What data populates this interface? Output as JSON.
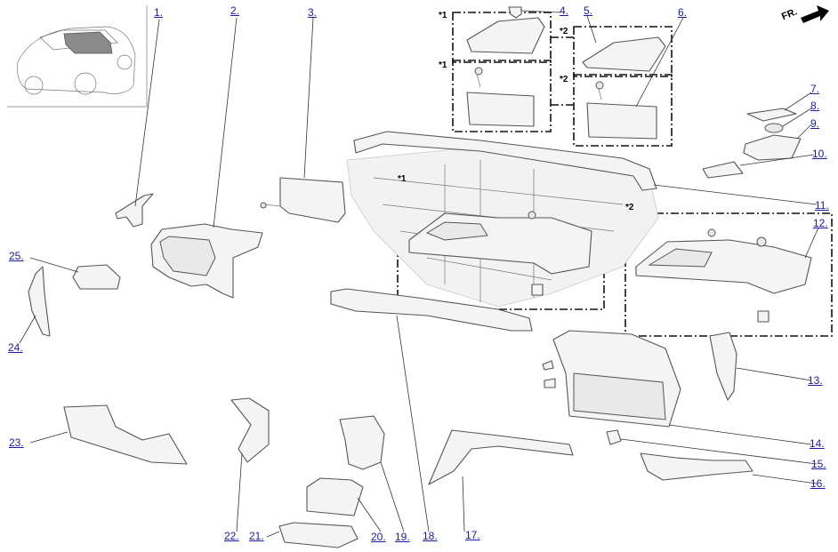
{
  "direction_label": "FR.",
  "markers": {
    "note1": "*1",
    "note2": "*2"
  },
  "callouts": [
    "1.",
    "2.",
    "3.",
    "4.",
    "5.",
    "6.",
    "7.",
    "8.",
    "9.",
    "10.",
    "11.",
    "12.",
    "13.",
    "14.",
    "15.",
    "16.",
    "17.",
    "18.",
    "19.",
    "20.",
    "21.",
    "22.",
    "23.",
    "24.",
    "25."
  ]
}
